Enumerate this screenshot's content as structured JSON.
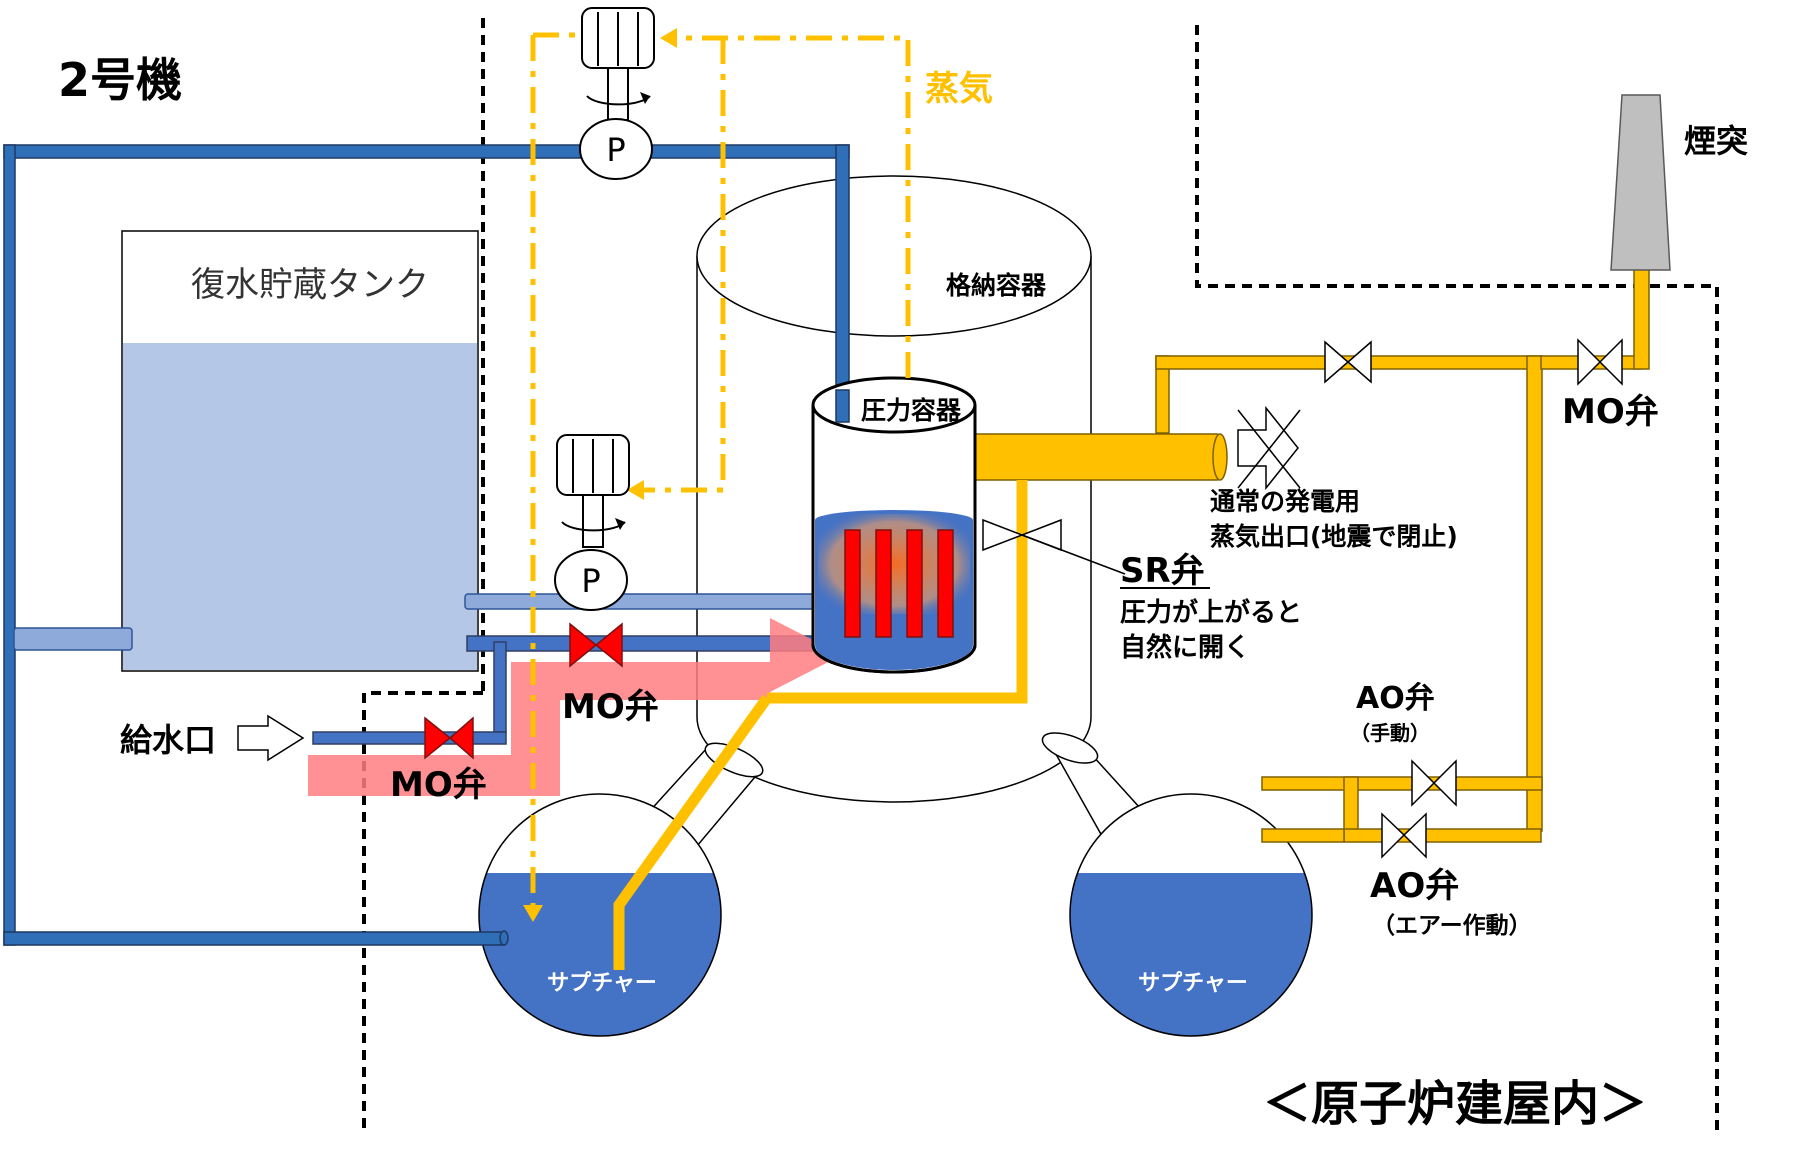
{
  "title": "2号機",
  "building_label": "＜原子炉建屋内＞",
  "labels": {
    "condensate_tank": "復水貯蔵タンク",
    "containment": "格納容器",
    "pressure_vessel": "圧力容器",
    "steam": "蒸気",
    "chimney": "煙突",
    "water_inlet": "給水口",
    "suppression_left": "サプチャー",
    "suppression_right": "サプチャー",
    "pump_mark_top": "P",
    "pump_mark_bottom": "P",
    "normal_steam_outlet_line1": "通常の発電用",
    "normal_steam_outlet_line2": "蒸気出口(地震で閉止)",
    "sr_valve": "SR弁",
    "sr_desc_line1": "圧力が上がると",
    "sr_desc_line2": "自然に開く",
    "mo_valve_upper": "MO弁",
    "mo_valve_lower": "MO弁",
    "mo_valve_stack": "MO弁",
    "ao_valve_manual": "AO弁",
    "ao_valve_manual_sub": "（手動）",
    "ao_valve_air": "AO弁",
    "ao_valve_air_sub": "（エアー作動）"
  },
  "colors": {
    "water_pipe": "#2e6fb7",
    "steam_pipe": "#ffc000",
    "valve_red": "#ff0000",
    "tank_water": "#b4c7e7",
    "pool_water": "#4472c4",
    "flow_arrow": "#ff7c80",
    "chimney": "#bfbfbf",
    "steam_label": "#ffc000"
  }
}
